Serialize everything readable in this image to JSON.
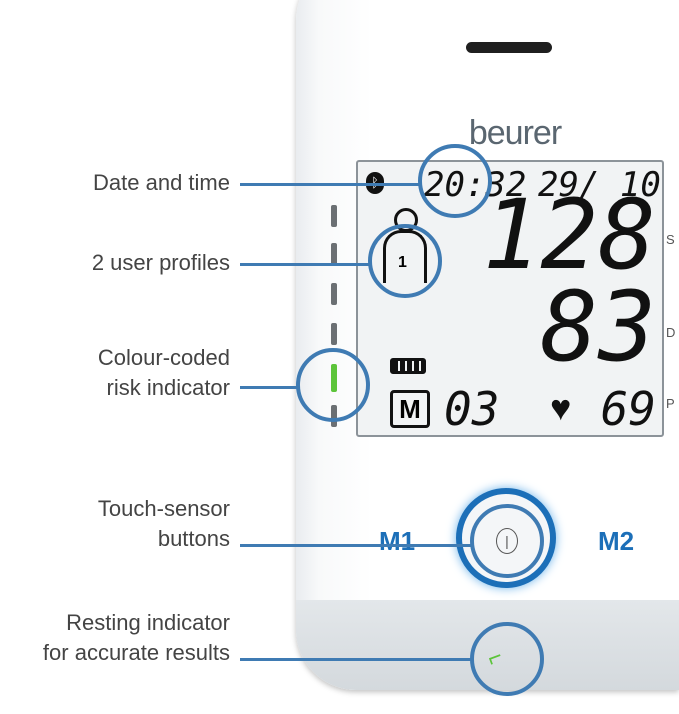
{
  "device": {
    "brand": "beurer",
    "slot": "",
    "display": {
      "time": "20:32",
      "date": "29/ 10",
      "systolic": "128",
      "diastolic": "83",
      "memory_label": "M",
      "memory_number": "03",
      "pulse": "69",
      "user": "1"
    },
    "buttons": {
      "m1": "M1",
      "m2": "M2"
    },
    "edge_labels": [
      "S",
      "D",
      "P"
    ]
  },
  "annotations": [
    {
      "label": "Date and time"
    },
    {
      "label": "2 user profiles"
    },
    {
      "label": "Colour-coded risk indicator",
      "lines": [
        "Colour-coded",
        "risk indicator"
      ]
    },
    {
      "label": "Touch-sensor buttons",
      "lines": [
        "Touch-sensor",
        "buttons"
      ]
    },
    {
      "label": "Resting indicator for accurate results",
      "lines": [
        "Resting indicator",
        "for accurate results"
      ]
    }
  ],
  "colors": {
    "annotation": "#3f7bb3",
    "risk_ok": "#5cc43a",
    "button_blue": "#1c6fb8"
  }
}
